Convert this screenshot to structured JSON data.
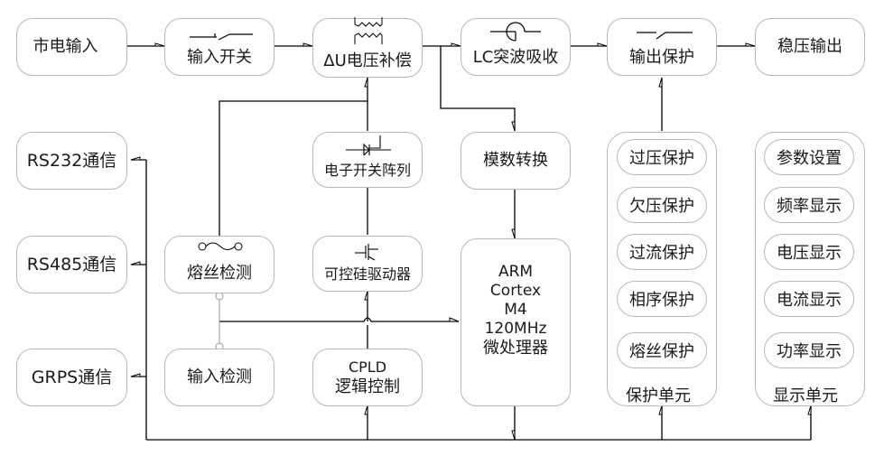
{
  "diagram": {
    "top_row": {
      "mains_input": "市电输入",
      "input_switch": "输入开关",
      "voltage_compensation": "ΔU电压补偿",
      "lc_surge_absorb": "LC突波吸收",
      "output_protection": "输出保护",
      "regulated_output": "稳压输出"
    },
    "communication": {
      "rs232": "RS232通信",
      "rs485": "RS485通信",
      "grps": "GRPS通信"
    },
    "detection": {
      "fuse_detect": "熔丝检测",
      "input_detect": "输入检测"
    },
    "switching": {
      "electronic_switch_array": "电子开关阵列",
      "scr_driver": "可控硅驱动器",
      "cpld_line1": "CPLD",
      "cpld_line2": "逻辑控制"
    },
    "processing": {
      "adc": "模数转换",
      "cpu_lines": [
        "ARM",
        "Cortex",
        "M4",
        "120MHz",
        "微处理器"
      ]
    },
    "protection_unit": {
      "title": "保护单元",
      "items": [
        "过压保护",
        "欠压保护",
        "过流保护",
        "相序保护",
        "熔丝保护"
      ]
    },
    "display_unit": {
      "title": "显示单元",
      "items": [
        "参数设置",
        "频率显示",
        "电压显示",
        "电流显示",
        "功率显示"
      ]
    },
    "colors": {
      "line": "#000000",
      "box_border": "#b8b8b8",
      "text": "#1a1a1a"
    }
  }
}
